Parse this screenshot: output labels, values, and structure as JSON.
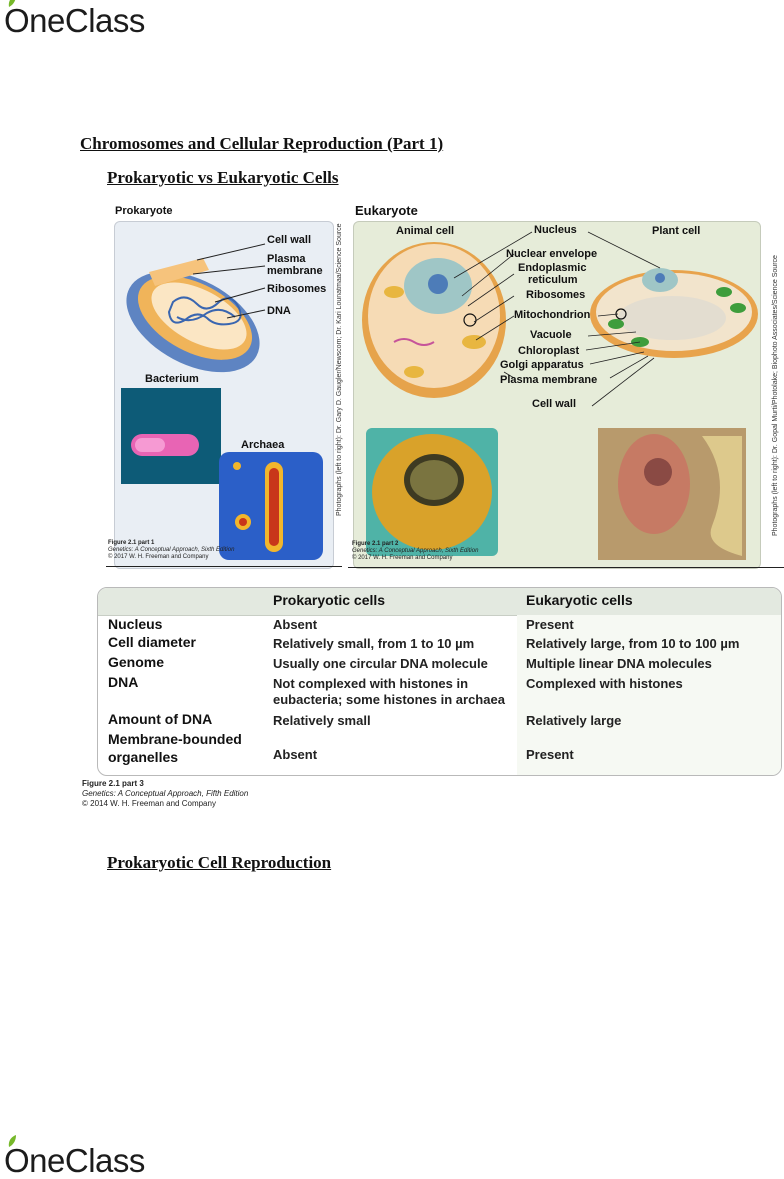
{
  "logo": {
    "text": "OneClass",
    "accent": "#76b82a"
  },
  "doc": {
    "title": "Chromosomes and Cellular Reproduction (Part 1)",
    "section1": "Prokaryotic vs Eukaryotic Cells",
    "section2": "Prokaryotic Cell Reproduction"
  },
  "figure1": {
    "prok_title": "Prokaryote",
    "euk_title": "Eukaryote",
    "animal_cell": "Animal cell",
    "plant_cell": "Plant cell",
    "prok_labels": [
      "Cell wall",
      "Plasma",
      "membrane",
      "Ribosomes",
      "DNA"
    ],
    "bacterium": "Bacterium",
    "archaea": "Archaea",
    "euk_labels": [
      "Nucleus",
      "Nuclear envelope",
      "Endoplasmic",
      "reticulum",
      "Ribosomes",
      "Mitochondrion",
      "Vacuole",
      "Chloroplast",
      "Golgi apparatus",
      "Plasma membrane",
      "Cell wall"
    ],
    "credit_left": "Photographs (left to right): Dr. Gary D. Gaugler/Newscom; Dr. Kari Lounatmaa/Science Source",
    "credit_right": "Photographs (left to right): Dr. Gopal Murti/Photolake; Biophoto Associates/Science Source",
    "caption_left": [
      "Figure 2.1 part 1",
      "Genetics: A Conceptual Approach, Sixth Edition",
      "© 2017 W. H. Freeman and Company"
    ],
    "caption_right": [
      "Figure 2.1 part 2",
      "Genetics: A Conceptual Approach, Sixth Edition",
      "© 2017 W. H. Freeman and Company"
    ]
  },
  "table": {
    "headers": [
      "Prokaryotic cells",
      "Eukaryotic cells"
    ],
    "rows": [
      {
        "label": "Nucleus",
        "prok": "Absent",
        "euk": "Present"
      },
      {
        "label": "Cell diameter",
        "prok": "Relatively small, from 1 to 10 µm",
        "euk": "Relatively large, from 10 to 100 µm"
      },
      {
        "label": "Genome",
        "prok": "Usually one circular DNA molecule",
        "euk": "Multiple linear DNA molecules"
      },
      {
        "label": "DNA",
        "prok": "Not complexed with histones in",
        "prok2": "eubacteria; some histones in archaea",
        "euk": "Complexed with histones"
      },
      {
        "label": "Amount of DNA",
        "prok": "Relatively small",
        "euk": "Relatively large"
      },
      {
        "label": "Membrane-bounded",
        "label2": "organelles",
        "prok": "Absent",
        "euk": "Present"
      }
    ],
    "caption": [
      "Figure 2.1 part 3",
      "Genetics: A Conceptual Approach, Fifth Edition",
      "© 2014 W. H. Freeman and Company"
    ]
  }
}
